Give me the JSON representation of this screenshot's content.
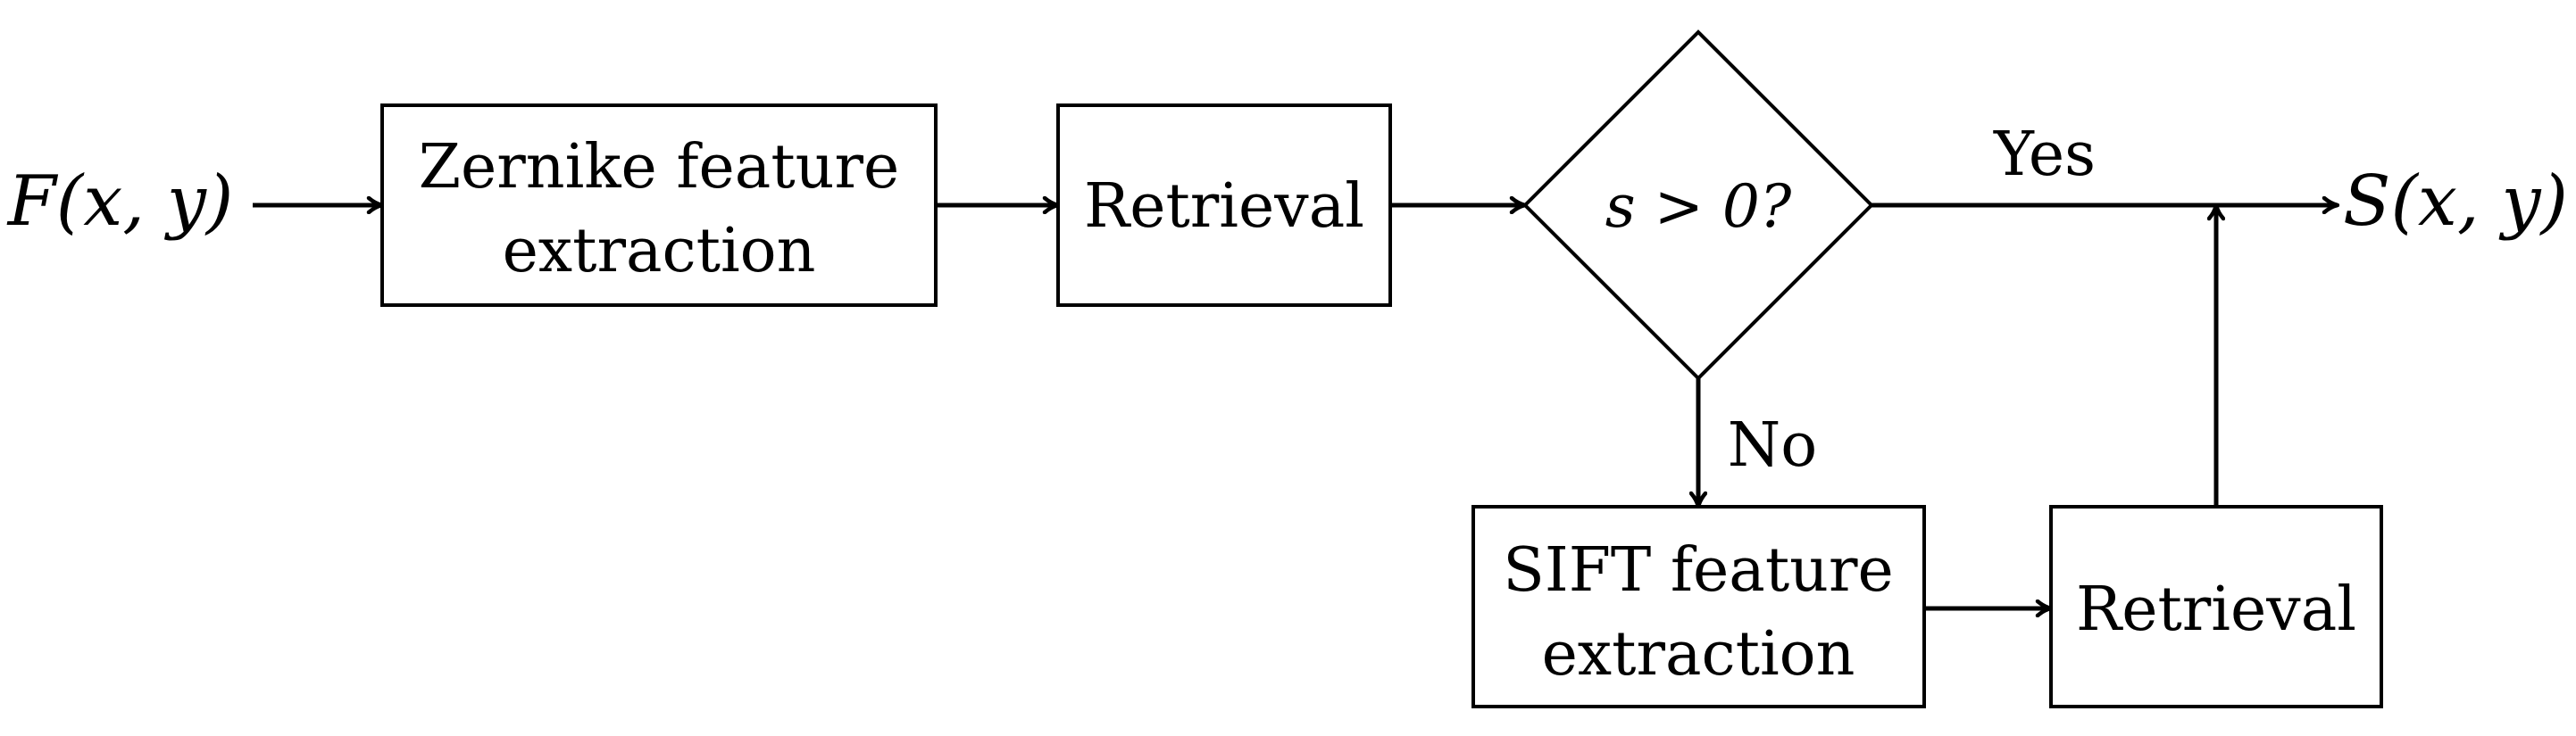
{
  "input_signal": "F(x, y)",
  "output_signal": "S(x, y)",
  "nodes": {
    "zernike": {
      "line1": "Zernike feature",
      "line2": "extraction"
    },
    "retrieval_top": {
      "label": "Retrieval"
    },
    "decision": {
      "label": "s > 0?"
    },
    "sift": {
      "line1": "SIFT feature",
      "line2": "extraction"
    },
    "retrieval_bottom": {
      "label": "Retrieval"
    }
  },
  "edges": {
    "yes_label": "Yes",
    "no_label": "No"
  }
}
